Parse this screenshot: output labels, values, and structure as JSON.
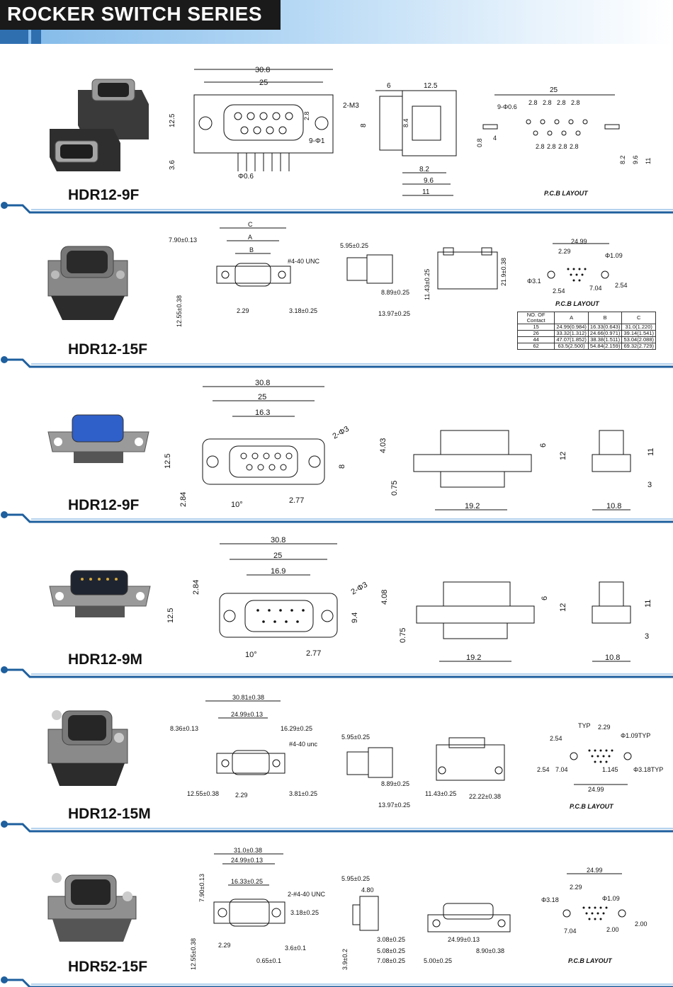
{
  "header": {
    "title": "ROCKER SWITCH SERIES"
  },
  "sections": [
    {
      "model": "HDR12-9F",
      "dims": [
        "30.8",
        "25",
        "12.5",
        "3.6",
        "2-M3",
        "2.8",
        "9-Φ1",
        "Φ0.6",
        "6",
        "12.5",
        "8",
        "8.4",
        "8.2",
        "9.6",
        "11",
        "25",
        "9-Φ0.6",
        "2.8",
        "2.8",
        "2.8",
        "2.8",
        "0.8",
        "4",
        "2.8",
        "2.8",
        "2.8",
        "2.8",
        "8.2",
        "9.6",
        "11"
      ],
      "pcb": "P.C.B LAYOUT"
    },
    {
      "model": "HDR12-15F",
      "dims": [
        "C",
        "A",
        "B",
        "7.90±0.13",
        "#4-40 UNC",
        "12.55±0.38",
        "2.29",
        "3.18±0.25",
        "5.95±0.25",
        "8.89±0.25",
        "13.97±0.25",
        "11.43±0.25",
        "21.9±0.38",
        "24.99",
        "2.29",
        "Φ1.09",
        "Φ3.1",
        "2.54",
        "7.04",
        "2.54"
      ],
      "pcb": "P.C.B LAYOUT",
      "table": {
        "headers": [
          "NO. OF Contact",
          "A",
          "B",
          "C"
        ],
        "rows": [
          [
            "15",
            "24.99(0.984)",
            "16.33(0.643)",
            "31.0(1.220)"
          ],
          [
            "26",
            "33.32(1.312)",
            "24.66(0.971)",
            "39.14(1.541)"
          ],
          [
            "44",
            "47.07(1.852)",
            "38.38(1.511)",
            "53.04(2.088)"
          ],
          [
            "62",
            "63.5(2.500)",
            "54.84(2.159)",
            "69.32(2.729)"
          ]
        ]
      }
    },
    {
      "model": "HDR12-9F",
      "dims": [
        "30.8",
        "25",
        "16.3",
        "2-Φ3",
        "12.5",
        "8",
        "2.84",
        "10°",
        "2.77",
        "4.03",
        "0.75",
        "6",
        "12",
        "19.2",
        "11",
        "3",
        "10.8"
      ]
    },
    {
      "model": "HDR12-9M",
      "dims": [
        "30.8",
        "25",
        "16.9",
        "2-Φ3",
        "2.84",
        "12.5",
        "9.4",
        "10°",
        "2.77",
        "4.08",
        "0.75",
        "6",
        "12",
        "19.2",
        "11",
        "3",
        "10.8"
      ]
    },
    {
      "model": "HDR12-15M",
      "dims": [
        "30.81±0.38",
        "24.99±0.13",
        "8.36±0.13",
        "16.29±0.25",
        "#4-40 unc",
        "12.55±0.38",
        "2.29",
        "3.81±0.25",
        "5.95±0.25",
        "8.89±0.25",
        "13.97±0.25",
        "11.43±0.25",
        "22.22±0.38",
        "TYP",
        "2.29",
        "Φ1.09TYP",
        "2.54",
        "2.54",
        "7.04",
        "1.145",
        "Φ3.18TYP",
        "24.99"
      ],
      "pcb": "P.C.B LAYOUT"
    },
    {
      "model": "HDR52-15F",
      "dims": [
        "31.0±0.38",
        "24.99±0.13",
        "7.90±0.13",
        "16.33±0.25",
        "2-#4-40 UNC",
        "3.18±0.25",
        "12.55±0.38",
        "2.29",
        "3.6±0.1",
        "0.65±0.1",
        "5.95±0.25",
        "4.80",
        "3.9±0.2",
        "3.08±0.25",
        "5.08±0.25",
        "7.08±0.25",
        "24.99±0.13",
        "5.00±0.25",
        "8.90±0.38",
        "24.99",
        "2.29",
        "Φ3.18",
        "Φ1.09",
        "2.00",
        "7.04",
        "2.00"
      ],
      "pcb": "P.C.B LAYOUT"
    }
  ],
  "colors": {
    "header_dark": "#1a1a1a",
    "accent_blue": "#2f6fb0",
    "divider": "#1e5f9e"
  }
}
